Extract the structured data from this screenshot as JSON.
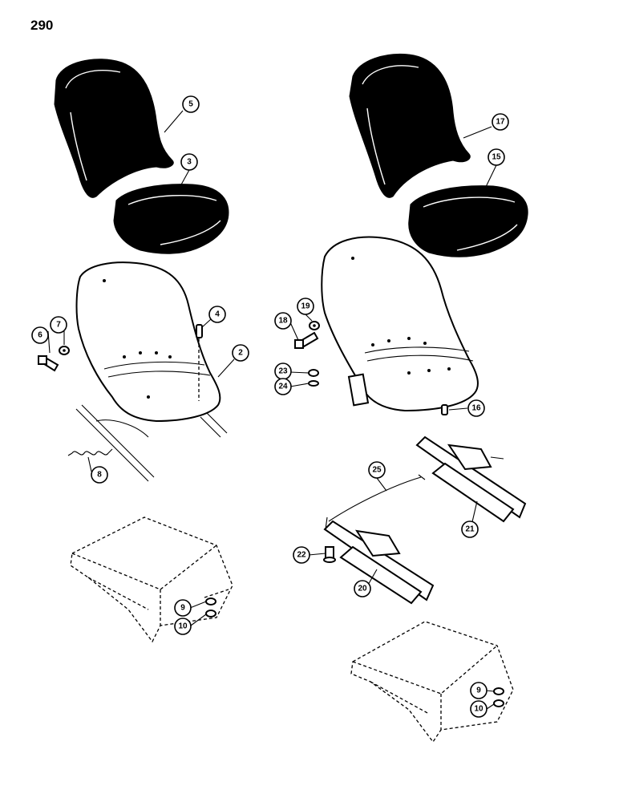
{
  "page": {
    "number": "290"
  },
  "callouts": [
    {
      "id": "c5",
      "label": "5"
    },
    {
      "id": "c3",
      "label": "3"
    },
    {
      "id": "c17",
      "label": "17"
    },
    {
      "id": "c15",
      "label": "15"
    },
    {
      "id": "c4",
      "label": "4"
    },
    {
      "id": "c6",
      "label": "6"
    },
    {
      "id": "c7",
      "label": "7"
    },
    {
      "id": "c2",
      "label": "2"
    },
    {
      "id": "c8",
      "label": "8"
    },
    {
      "id": "c19",
      "label": "19"
    },
    {
      "id": "c18",
      "label": "18"
    },
    {
      "id": "c23",
      "label": "23"
    },
    {
      "id": "c24",
      "label": "24"
    },
    {
      "id": "c16",
      "label": "16"
    },
    {
      "id": "c25",
      "label": "25"
    },
    {
      "id": "c21",
      "label": "21"
    },
    {
      "id": "c22",
      "label": "22"
    },
    {
      "id": "c20",
      "label": "20"
    },
    {
      "id": "c9a",
      "label": "9"
    },
    {
      "id": "c10a",
      "label": "10"
    },
    {
      "id": "c9b",
      "label": "9"
    },
    {
      "id": "c10b",
      "label": "10"
    }
  ]
}
